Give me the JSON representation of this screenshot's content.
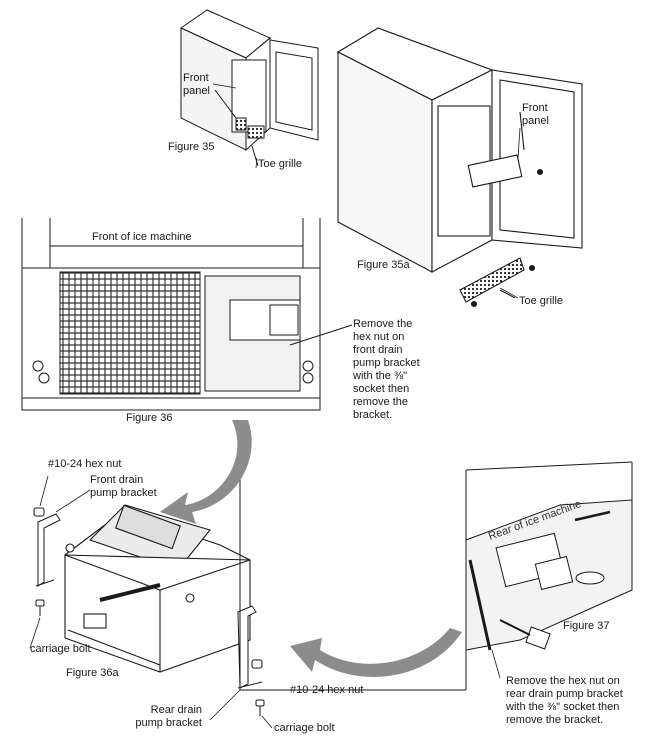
{
  "figures": {
    "fig35": "Figure 35",
    "fig35a": "Figure 35a",
    "fig36": "Figure 36",
    "fig36a": "Figure 36a",
    "fig37": "Figure 37"
  },
  "labels": {
    "front_panel_a": "Front panel",
    "toe_grille_a": "Toe grille",
    "front_panel_b": "Front panel",
    "toe_grille_b": "Toe grille",
    "front_of_machine": "Front of ice machine",
    "rear_of_machine": "Rear of ice machine",
    "remove_front": "Remove the hex nut on front drain pump bracket with the ⅜\" socket then remove the bracket.",
    "hex_nut_top": "#10-24 hex nut",
    "front_drain_bracket": "Front drain pump bracket",
    "carriage_bolt_left": "carriage bolt",
    "hex_nut_bottom": "#10-24 hex nut",
    "rear_drain_bracket": "Rear drain pump bracket",
    "carriage_bolt_bottom": "carriage bolt",
    "remove_rear": "Remove the hex nut on rear drain pump bracket with the ⅜\" socket then remove the bracket."
  },
  "colors": {
    "line": "#1a1a1a",
    "arrow": "#8c8c8c",
    "shade": "#bdbdbd"
  }
}
